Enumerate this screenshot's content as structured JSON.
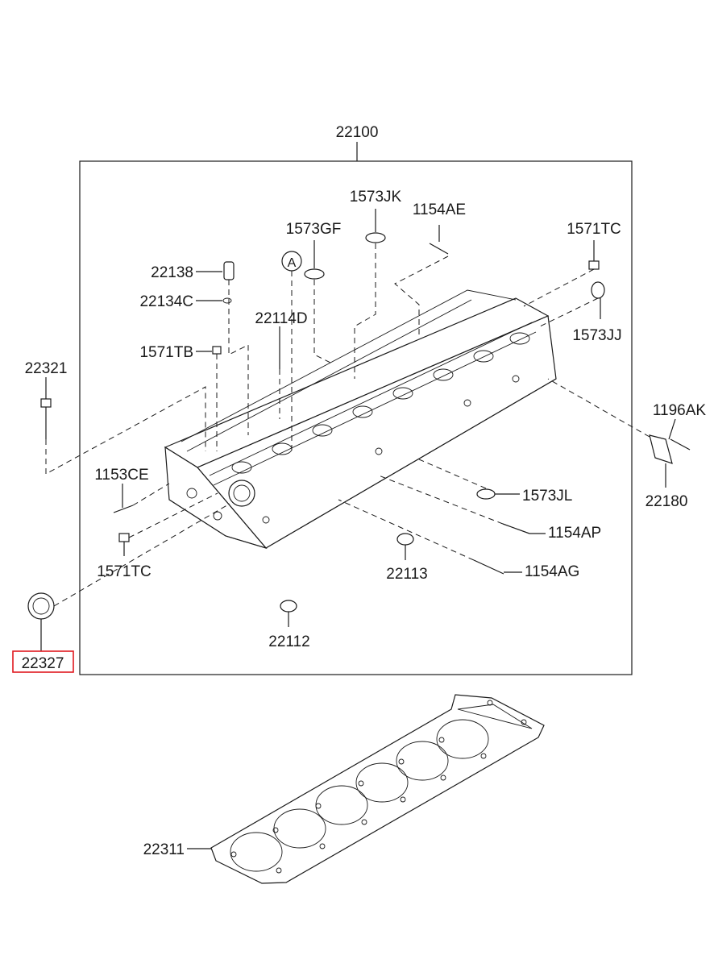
{
  "assembly_label": "22100",
  "circle_marker": "A",
  "highlight_color": "#e0191f",
  "parts": {
    "p1573JK": "1573JK",
    "p1154AE": "1154AE",
    "p1573GF": "1573GF",
    "p1571TC_top": "1571TC",
    "p22138": "22138",
    "p22134C": "22134C",
    "p22114D": "22114D",
    "p1573JJ": "1573JJ",
    "p1571TB": "1571TB",
    "p22321": "22321",
    "p1196AK": "1196AK",
    "p22180": "22180",
    "p1153CE": "1153CE",
    "p1573JL": "1573JL",
    "p1154AP": "1154AP",
    "p1571TC_bot": "1571TC",
    "p22113": "22113",
    "p1154AG": "1154AG",
    "p22112": "22112",
    "p22327": "22327",
    "p22311": "22311"
  }
}
